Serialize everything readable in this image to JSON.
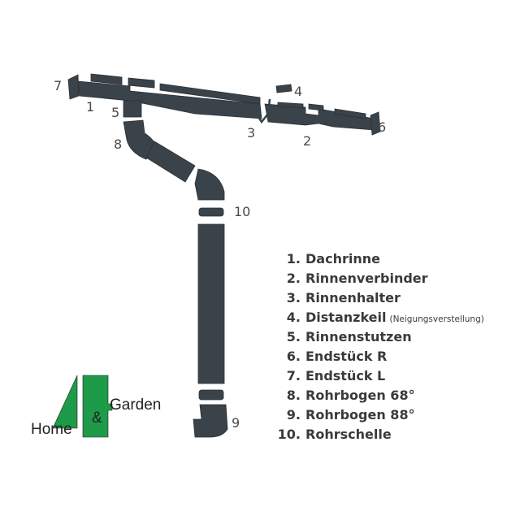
{
  "colors": {
    "part": "#3a434a",
    "logo_green": "#1d9b48"
  },
  "labels": {
    "1": "1",
    "2": "2",
    "3": "3",
    "4": "4",
    "5": "5",
    "6": "6",
    "7": "7",
    "8": "8",
    "9": "9",
    "10": "10"
  },
  "parts": [
    {
      "num": "1.",
      "name": "Dachrinne"
    },
    {
      "num": "2.",
      "name": "Rinnenverbinder"
    },
    {
      "num": "3.",
      "name": "Rinnenhalter"
    },
    {
      "num": "4.",
      "name": "Distanzkeil",
      "note": "(Neigungsverstellung)"
    },
    {
      "num": "5.",
      "name": "Rinnenstutzen"
    },
    {
      "num": "6.",
      "name": "Endstück R"
    },
    {
      "num": "7.",
      "name": "Endstück L"
    },
    {
      "num": "8.",
      "name": "Rohrbogen 68°"
    },
    {
      "num": "9.",
      "name": "Rohrbogen 88°"
    },
    {
      "num": "10.",
      "name": "Rohrschelle"
    }
  ],
  "logo": {
    "home": "Home",
    "amp": "&",
    "garden": "Garden"
  }
}
